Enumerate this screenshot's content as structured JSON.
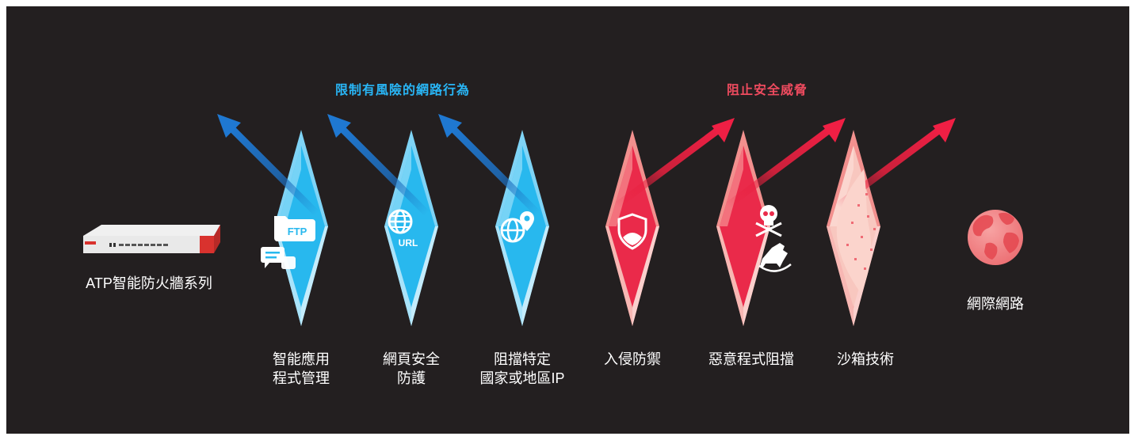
{
  "headers": {
    "restrict": "限制有風險的網路行為",
    "stop": "阻止安全威脅"
  },
  "device": {
    "label": "ATP智能防火牆系列"
  },
  "internet": {
    "label": "網際網路"
  },
  "shields": [
    {
      "lines": [
        "智能應用",
        "程式管理"
      ],
      "theme": "blue",
      "icon": "ftp-chat-icon",
      "icon_text": "FTP"
    },
    {
      "lines": [
        "網頁安全",
        "防護"
      ],
      "theme": "blue",
      "icon": "url-globe-icon",
      "icon_text": "URL"
    },
    {
      "lines": [
        "阻擋特定",
        "國家或地區IP"
      ],
      "theme": "blue",
      "icon": "globe-pin-icon",
      "icon_text": ""
    },
    {
      "lines": [
        "入侵防禦"
      ],
      "theme": "red",
      "icon": "shield-icon",
      "icon_text": ""
    },
    {
      "lines": [
        "惡意程式阻擋"
      ],
      "theme": "red",
      "icon": "skull-trojan-horse-icon",
      "icon_text": ""
    },
    {
      "lines": [
        "沙箱技術"
      ],
      "theme": "red",
      "icon": "sandbox-icon",
      "icon_text": ""
    }
  ],
  "colors": {
    "background": "#231f20",
    "blue_accent": "#29b6f6",
    "red_accent": "#ef4b5f",
    "arrow_blue": "#1e6fc0",
    "arrow_red": "#e8203f"
  }
}
